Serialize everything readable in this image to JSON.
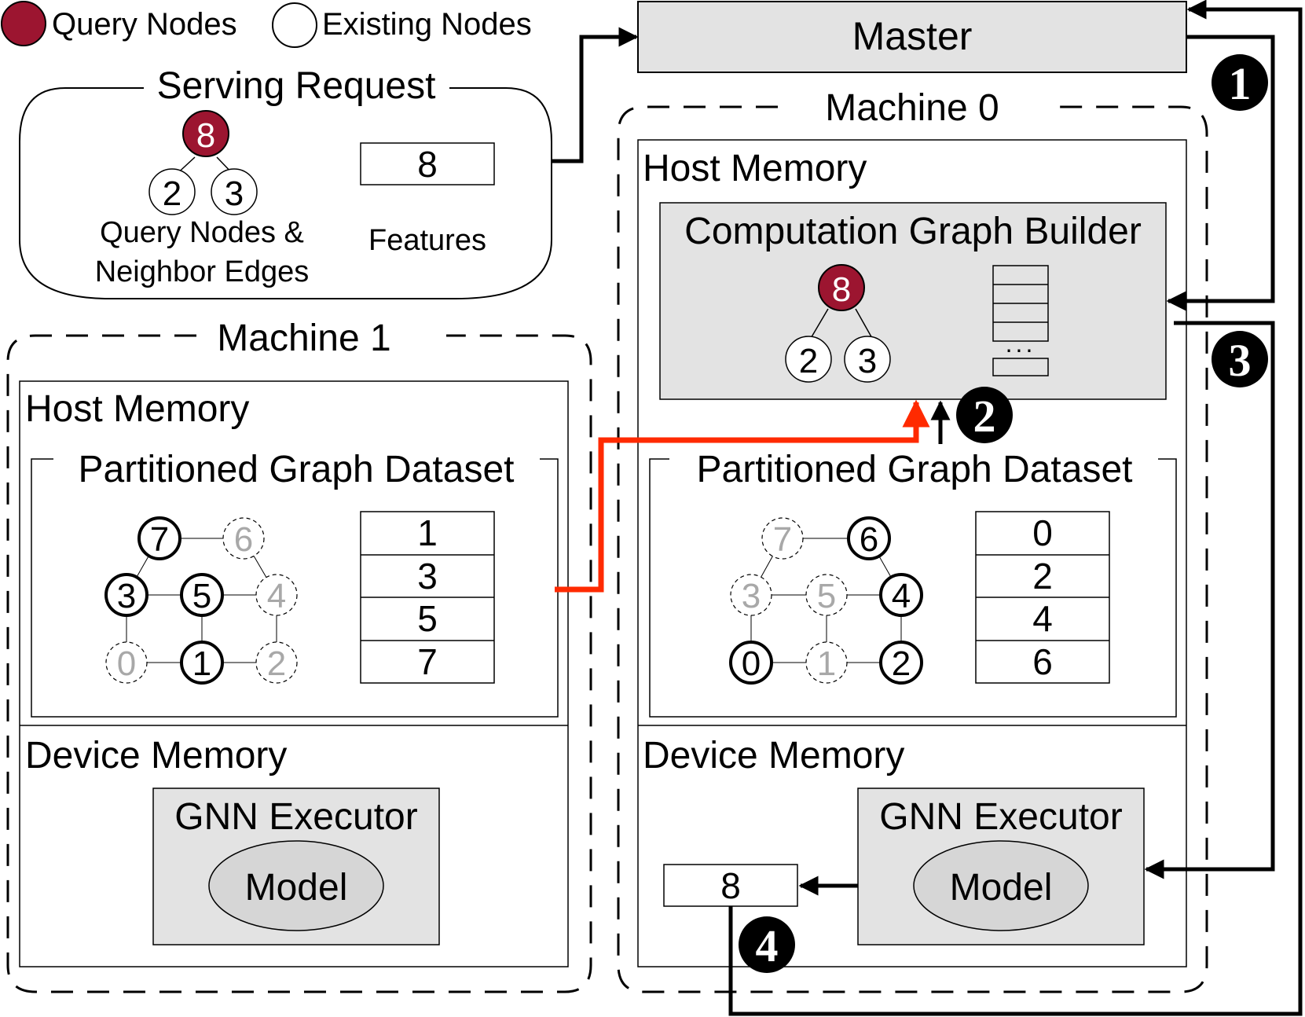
{
  "legend": {
    "query_label": "Query Nodes",
    "existing_label": "Existing Nodes"
  },
  "colors": {
    "query_fill": "#9c1530",
    "box_fill": "#e3e3e3",
    "model_fill": "#d6d6d6",
    "highlight_arrow": "#ff2a00",
    "ghost_text": "#a8a8a8"
  },
  "master": {
    "label": "Master"
  },
  "serving_request": {
    "title": "Serving Request",
    "query_node": "8",
    "neighbor_nodes": [
      "2",
      "3"
    ],
    "caption_line1": "Query Nodes &",
    "caption_line2": "Neighbor Edges",
    "feature_value": "8",
    "features_caption": "Features"
  },
  "machine1": {
    "title": "Machine 1",
    "host_memory": "Host Memory",
    "dataset_title": "Partitioned Graph Dataset",
    "nodes": [
      {
        "id": "7",
        "local": true
      },
      {
        "id": "6",
        "local": false
      },
      {
        "id": "3",
        "local": true
      },
      {
        "id": "5",
        "local": true
      },
      {
        "id": "4",
        "local": false
      },
      {
        "id": "0",
        "local": false
      },
      {
        "id": "1",
        "local": true
      },
      {
        "id": "2",
        "local": false
      }
    ],
    "features": [
      "1",
      "3",
      "5",
      "7"
    ],
    "device_memory": "Device Memory",
    "executor": "GNN Executor",
    "model": "Model"
  },
  "machine0": {
    "title": "Machine 0",
    "host_memory": "Host Memory",
    "builder_title": "Computation Graph Builder",
    "builder_query_node": "8",
    "builder_neighbors": [
      "2",
      "3"
    ],
    "builder_ellipsis": "...",
    "dataset_title": "Partitioned Graph Dataset",
    "nodes": [
      {
        "id": "7",
        "local": false
      },
      {
        "id": "6",
        "local": true
      },
      {
        "id": "3",
        "local": false
      },
      {
        "id": "5",
        "local": false
      },
      {
        "id": "4",
        "local": true
      },
      {
        "id": "0",
        "local": true
      },
      {
        "id": "1",
        "local": false
      },
      {
        "id": "2",
        "local": true
      }
    ],
    "features": [
      "0",
      "2",
      "4",
      "6"
    ],
    "device_memory": "Device Memory",
    "executor": "GNN Executor",
    "model": "Model",
    "output_value": "8"
  },
  "steps": [
    "1",
    "2",
    "3",
    "4"
  ]
}
